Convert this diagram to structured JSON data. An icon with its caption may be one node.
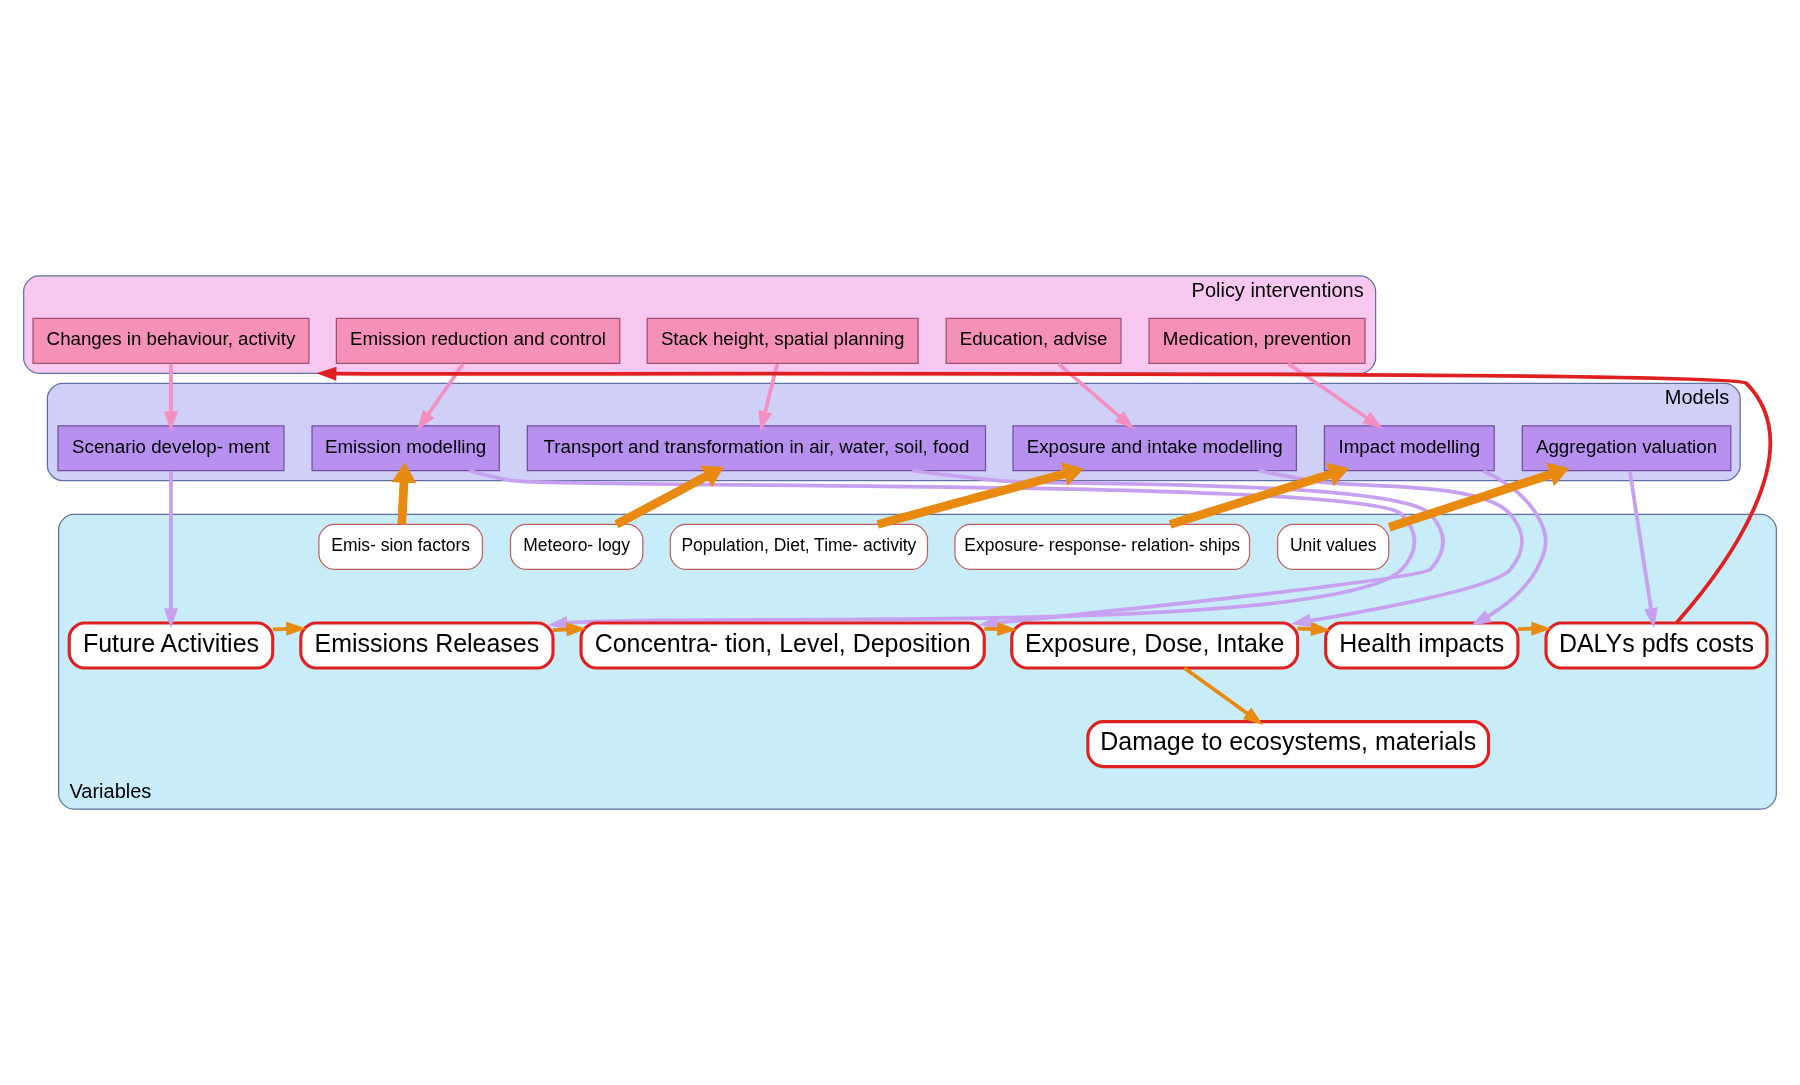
{
  "diagram": {
    "nodes": [
      {
        "text": [
          "Policy interventions"
        ]
      },
      {
        "text": [
          "Changes in behaviour, activity"
        ],
        "in": 0
      },
      {
        "text": [
          "Emission reduction and control"
        ],
        "in": 0
      },
      {
        "text": [
          "Stack height, spatial planning"
        ],
        "in": 0
      },
      {
        "text": [
          "Education, advise"
        ],
        "in": 0
      },
      {
        "text": [
          "Medication, prevention"
        ],
        "in": 0
      },
      {
        "text": [
          "Models"
        ]
      },
      {
        "text": [
          "Scenario develop- ment"
        ],
        "in": 6
      },
      {
        "text": [
          "Emission modelling"
        ],
        "in": 6
      },
      {
        "text": [
          "Transport and transformation in air, water, soil, food"
        ],
        "in": 6
      },
      {
        "text": [
          "Exposure and intake modelling"
        ],
        "in": 6
      },
      {
        "text": [
          "Impact modelling"
        ],
        "in": 6
      },
      {
        "text": [
          "Aggregation valuation"
        ],
        "in": 6
      },
      {
        "text": [
          "Variables"
        ]
      },
      {
        "text": [
          "Emis- sion factors"
        ],
        "in": 13
      },
      {
        "text": [
          "Meteoro- logy"
        ],
        "in": 13
      },
      {
        "text": [
          "Population, Diet, Time- activity"
        ],
        "in": 13
      },
      {
        "text": [
          "Exposure- response- relation- ships"
        ],
        "in": 13
      },
      {
        "text": [
          "Unit values"
        ],
        "in": 13
      },
      {
        "text": [
          "Future Activities"
        ],
        "in": 13
      },
      {
        "text": [
          "Emissions Releases"
        ],
        "in": 13
      },
      {
        "text": [
          "Concentra- tion, Level, Deposition"
        ],
        "in": 13
      },
      {
        "text": [
          "Exposure, Dose, Intake"
        ],
        "in": 13
      },
      {
        "text": [
          "Health impacts"
        ],
        "in": 13
      },
      {
        "text": [
          "Damage to ecosystems, materials"
        ],
        "in": 13
      },
      {
        "text": [
          "DALYs pdfs costs"
        ],
        "in": 13
      }
    ],
    "edges": [
      {
        "from": 1,
        "to": 7,
        "arrow": "to",
        "color": "#f490c0"
      },
      {
        "from": 2,
        "to": 8,
        "arrow": "to",
        "color": "#f490c0"
      },
      {
        "from": 3,
        "to": 9,
        "arrow": "to",
        "color": "#f490c0"
      },
      {
        "from": 4,
        "to": 10,
        "arrow": "to",
        "color": "#f490c0"
      },
      {
        "from": 5,
        "to": 11,
        "arrow": "to",
        "color": "#f490c0"
      },
      {
        "from": 7,
        "to": 19,
        "arrow": "to",
        "color": "#c8a0f0"
      },
      {
        "from": 8,
        "to": 20,
        "arrow": "to",
        "color": "#c8a0f0"
      },
      {
        "from": 9,
        "to": 21,
        "arrow": "to",
        "color": "#c8a0f0"
      },
      {
        "from": 10,
        "to": 22,
        "arrow": "to",
        "color": "#c8a0f0"
      },
      {
        "from": 11,
        "to": 23,
        "arrow": "to",
        "color": "#c8a0f0"
      },
      {
        "from": 12,
        "to": 25,
        "arrow": "to",
        "color": "#c8a0f0"
      },
      {
        "from": 14,
        "to": 8,
        "arrow": "to",
        "style": "thick"
      },
      {
        "from": 15,
        "to": 9,
        "arrow": "to",
        "style": "thick"
      },
      {
        "from": 16,
        "to": 10,
        "arrow": "to",
        "style": "thick"
      },
      {
        "from": 17,
        "to": 11,
        "arrow": "to",
        "style": "thick"
      },
      {
        "from": 18,
        "to": 12,
        "arrow": "to",
        "style": "thick"
      },
      {
        "from": 19,
        "to": 20,
        "arrow": "to"
      },
      {
        "from": 20,
        "to": 21,
        "arrow": "to"
      },
      {
        "from": 21,
        "to": 22,
        "arrow": "to"
      },
      {
        "from": 22,
        "to": 23,
        "arrow": "to"
      },
      {
        "from": 22,
        "to": 24,
        "arrow": "to"
      },
      {
        "from": 23,
        "to": 25,
        "arrow": "to"
      },
      {
        "from": 25,
        "to": 0,
        "arrow": "to",
        "color": "#e02020"
      }
    ]
  }
}
